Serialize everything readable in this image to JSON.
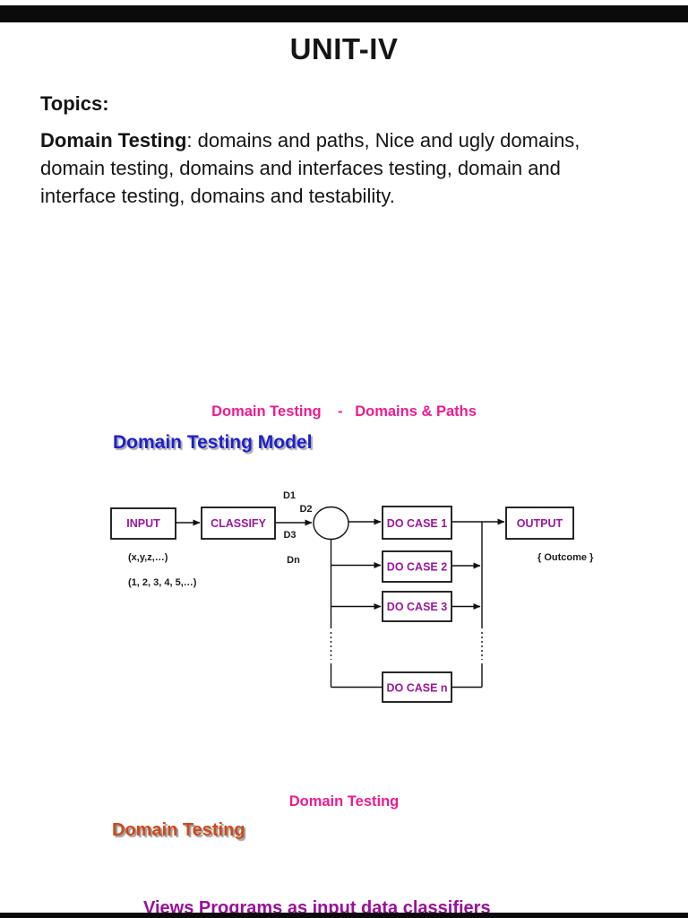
{
  "colors": {
    "pink": "#EC1C90",
    "purple": "#9A189C",
    "blue": "#1F1FCD",
    "rust": "#CC491C",
    "deep-purple": "#9A0F9C"
  },
  "intro": {
    "title": "UNIT-IV",
    "topics_label": "Topics:",
    "para_line1_bold": "Domain Testing",
    "para_line1_rest": ": domains and paths, Nice and ugly domains,",
    "para_line2": "domain testing, domains and interfaces testing, domain and",
    "para_line3": "interface testing, domains and testability."
  },
  "section1": {
    "heading": "Domain Testing    -   Domains & Paths",
    "subheading": "Domain Testing Model"
  },
  "diagram": {
    "input_label": "INPUT",
    "classify_label": "CLASSIFY",
    "do_case_1": "DO CASE 1",
    "do_case_2": "DO CASE 2",
    "do_case_3": "DO CASE 3",
    "do_case_n": "DO CASE n",
    "output_label": "OUTPUT",
    "d1": "D1",
    "d2": "D2",
    "d3": "D3",
    "dn": "Dn",
    "input_example_1": "(x,y,z,…)",
    "input_example_2": "(1, 2, 3, 4, 5,…)",
    "outcome_label": "{ Outcome }"
  },
  "section2": {
    "heading": "Domain Testing",
    "subheading": "Domain Testing",
    "footer_partial": "Views Programs as input data classifiers"
  }
}
